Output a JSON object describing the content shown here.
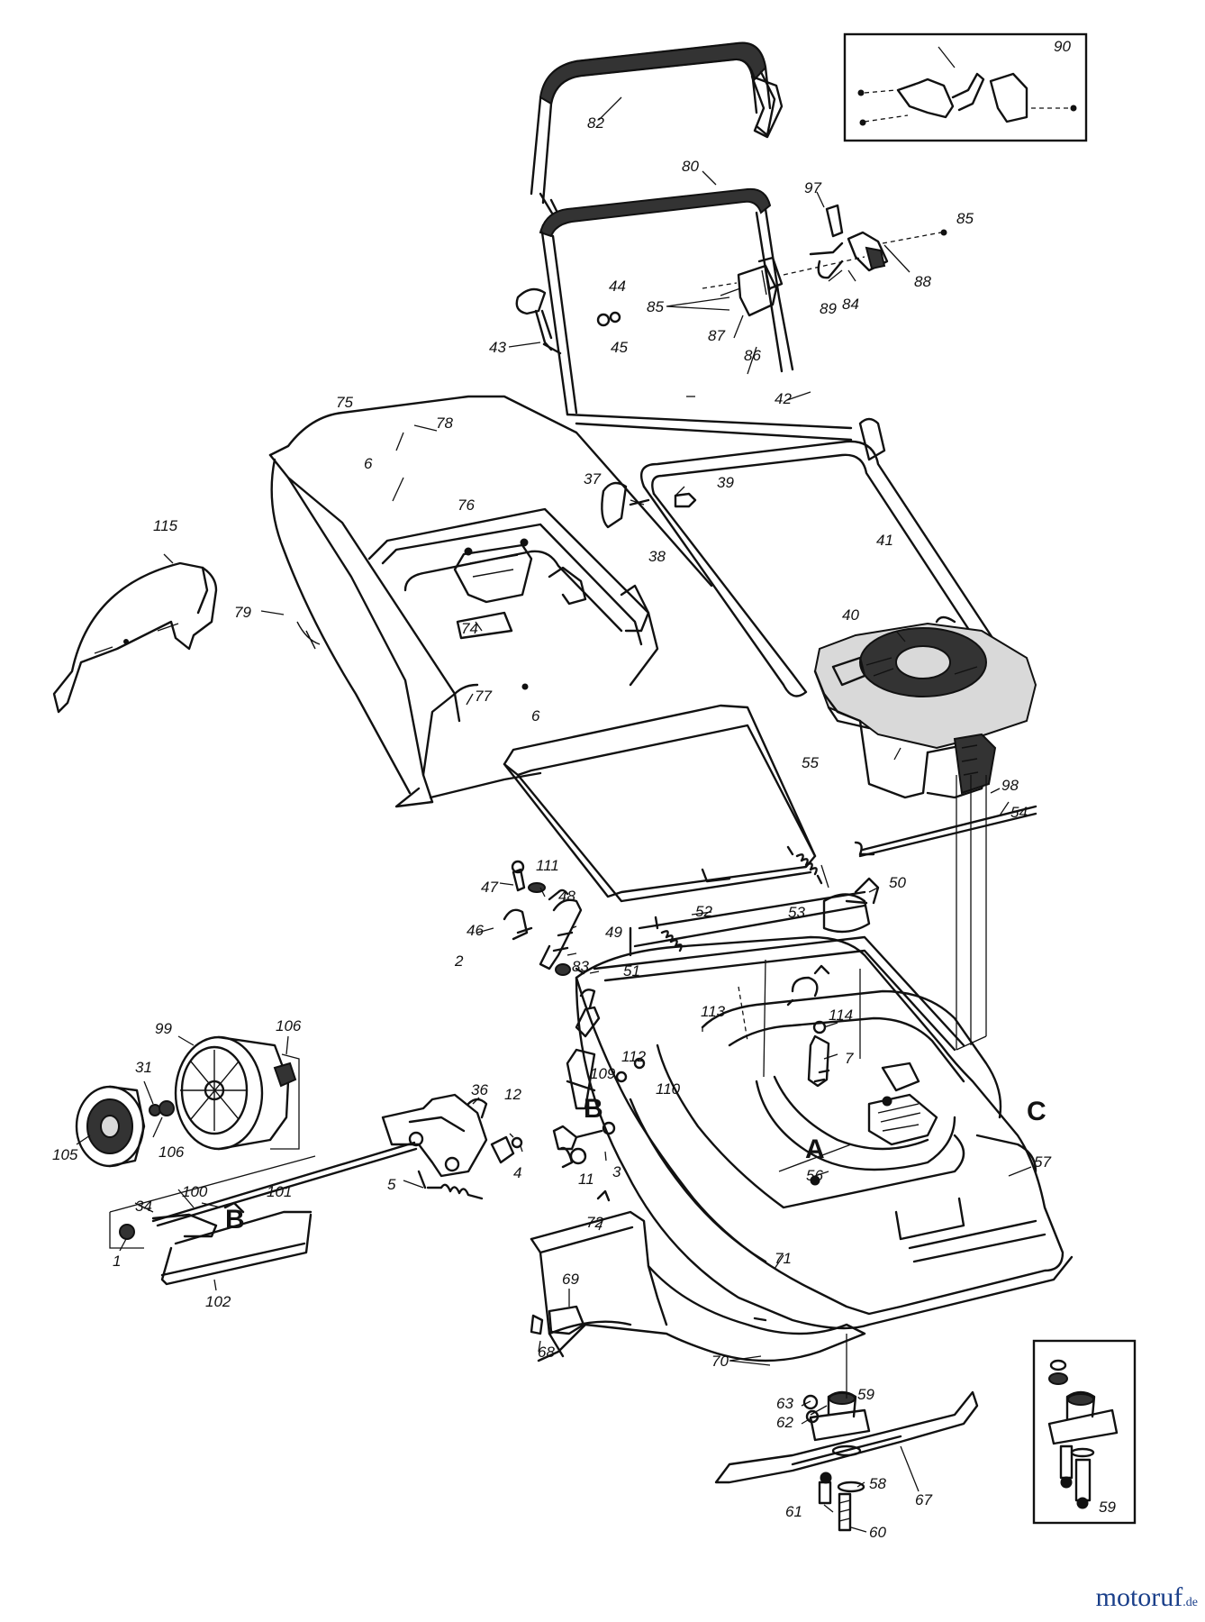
{
  "labels": {
    "p1": "1",
    "p2": "2",
    "p3": "3",
    "p4": "4",
    "p5": "5",
    "p6a": "6",
    "p6b": "6",
    "p7": "7",
    "p11": "11",
    "p12": "12",
    "p31": "31",
    "p34": "34",
    "p36": "36",
    "p37": "37",
    "p38": "38",
    "p39": "39",
    "p40": "40",
    "p41": "41",
    "p42": "42",
    "p43": "43",
    "p44": "44",
    "p45": "45",
    "p46": "46",
    "p47": "47",
    "p48": "48",
    "p49": "49",
    "p50": "50",
    "p51": "51",
    "p52": "52",
    "p53": "53",
    "p54": "54",
    "p55": "55",
    "p56": "56",
    "p57": "57",
    "p58": "58",
    "p59a": "59",
    "p59b": "59",
    "p60": "60",
    "p61": "61",
    "p62": "62",
    "p63": "63",
    "p67": "67",
    "p68": "68",
    "p69": "69",
    "p70": "70",
    "p71": "71",
    "p72": "72",
    "p74": "74",
    "p75": "75",
    "p76": "76",
    "p77": "77",
    "p78": "78",
    "p79": "79",
    "p80": "80",
    "p82": "82",
    "p83": "83",
    "p84": "84",
    "p85a": "85",
    "p85b": "85",
    "p86": "86",
    "p87": "87",
    "p88": "88",
    "p89": "89",
    "p90": "90",
    "p97": "97",
    "p98": "98",
    "p99": "99",
    "p100": "100",
    "p101": "101",
    "p102": "102",
    "p105": "105",
    "p106a": "106",
    "p106b": "106",
    "p109": "109",
    "p110": "110",
    "p111": "111",
    "p112": "112",
    "p113": "113",
    "p114": "114",
    "p115": "115"
  },
  "refs": {
    "a": "A",
    "b1": "B",
    "b2": "B",
    "c": "C"
  },
  "watermark": {
    "name": "motoruf",
    "tld": ".de"
  }
}
